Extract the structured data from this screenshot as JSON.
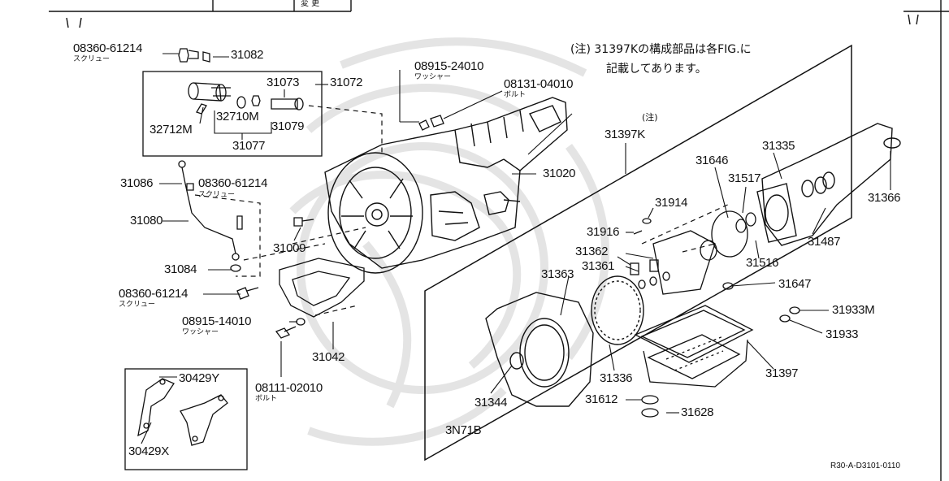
{
  "header": {
    "revision_mark": "変 更"
  },
  "note": {
    "line1": "(注) 31397Kの構成部品は各FIG.に",
    "line2": "記載してあります。",
    "marker": "(注)"
  },
  "labels": {
    "p08360_61214_top": "08360-61214",
    "p08360_61214_top_sub": "スクリュー",
    "p31082": "31082",
    "p31073": "31073",
    "p31072": "31072",
    "p32712M": "32712M",
    "p32710M": "32710M",
    "p31079": "31079",
    "p31077": "31077",
    "p08915_24010": "08915-24010",
    "p08915_24010_sub": "ワッシャー",
    "p08131_04010": "08131-04010",
    "p08131_04010_sub": "ボルト",
    "p31397K": "31397K",
    "p31020": "31020",
    "p31086": "31086",
    "p08360_61214_mid": "08360-61214",
    "p08360_61214_mid_sub": "スクリュー",
    "p31080": "31080",
    "p31009": "31009",
    "p31084": "31084",
    "p08360_61214_low": "08360-61214",
    "p08360_61214_low_sub": "スクリュー",
    "p08915_14010": "08915-14010",
    "p08915_14010_sub": "ワッシャー",
    "p31042": "31042",
    "p08111_02010": "08111-02010",
    "p08111_02010_sub": "ボルト",
    "p30429Y": "30429Y",
    "p30429X": "30429X",
    "p31646": "31646",
    "p31335": "31335",
    "p31517": "31517",
    "p31366": "31366",
    "p31914": "31914",
    "p31916": "31916",
    "p31487": "31487",
    "p31362": "31362",
    "p31361": "31361",
    "p31516": "31516",
    "p31363": "31363",
    "p31647": "31647",
    "p31933M": "31933M",
    "p31933": "31933",
    "p31336": "31336",
    "p31397": "31397",
    "p31344": "31344",
    "p31612": "31612",
    "p31628": "31628",
    "p3N71B": "3N71B"
  },
  "footer": {
    "figure_code": "R30-A-D3101-0110"
  }
}
